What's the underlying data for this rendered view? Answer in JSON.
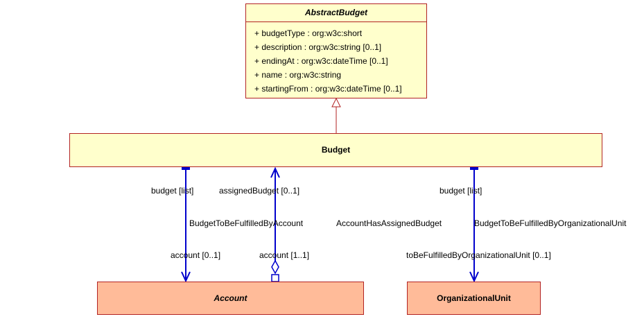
{
  "classes": {
    "abstract_budget": {
      "name": "AbstractBudget",
      "attributes": [
        "+ budgetType : org:w3c:short",
        "+ description : org:w3c:string [0..1]",
        "+ endingAt : org:w3c:dateTime [0..1]",
        "+ name : org:w3c:string",
        "+ startingFrom : org:w3c:dateTime [0..1]"
      ]
    },
    "budget": {
      "name": "Budget"
    },
    "account": {
      "name": "Account"
    },
    "organizational_unit": {
      "name": "OrganizationalUnit"
    }
  },
  "associations": {
    "budget_to_account": {
      "name": "BudgetToBeFulfilledByAccount",
      "source_role": "budget [list]",
      "target_role": "account [0..1]"
    },
    "account_has_budget": {
      "name": "AccountHasAssignedBudget",
      "source_role": "account [1..1]",
      "target_role": "assignedBudget [0..1]"
    },
    "budget_to_orgunit": {
      "name": "BudgetToBeFulfilledByOrganizationalUnit",
      "source_role": "budget [list]",
      "target_role": "toBeFulfilledByOrganizationalUnit [0..1]"
    }
  },
  "colors": {
    "class_fill": "#ffffcc",
    "concrete_fill": "#ffbb99",
    "border": "#b22222",
    "association": "#0000cc"
  }
}
